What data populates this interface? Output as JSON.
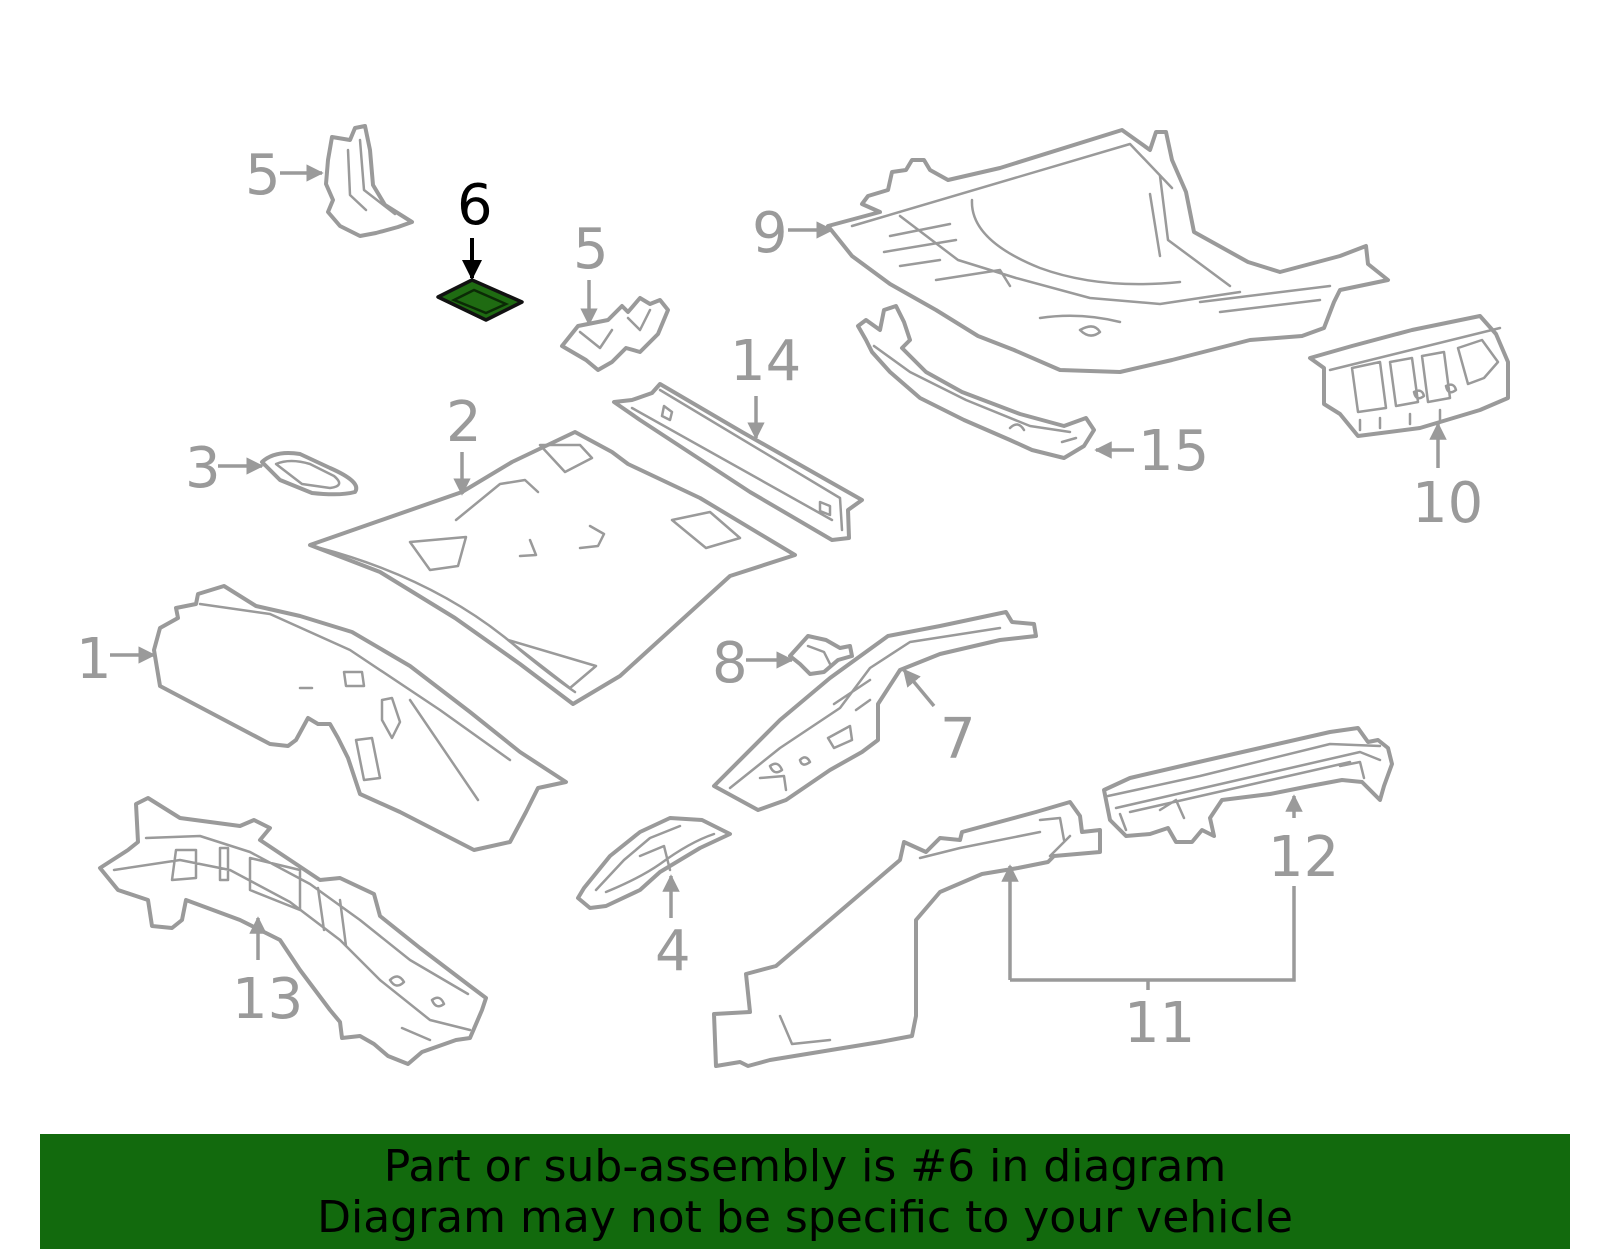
{
  "callouts": {
    "c1": "1",
    "c2": "2",
    "c3": "3",
    "c4": "4",
    "c5a": "5",
    "c5b": "5",
    "c6": "6",
    "c7": "7",
    "c8": "8",
    "c9": "9",
    "c10": "10",
    "c11": "11",
    "c12": "12",
    "c13": "13",
    "c14": "14",
    "c15": "15"
  },
  "highlight": {
    "part_number": "6",
    "color": "#126a0d"
  },
  "banner": {
    "line1": "Part or sub-assembly is #6 in diagram",
    "line2": "Diagram may not be specific to your vehicle",
    "background": "#126a0d"
  }
}
